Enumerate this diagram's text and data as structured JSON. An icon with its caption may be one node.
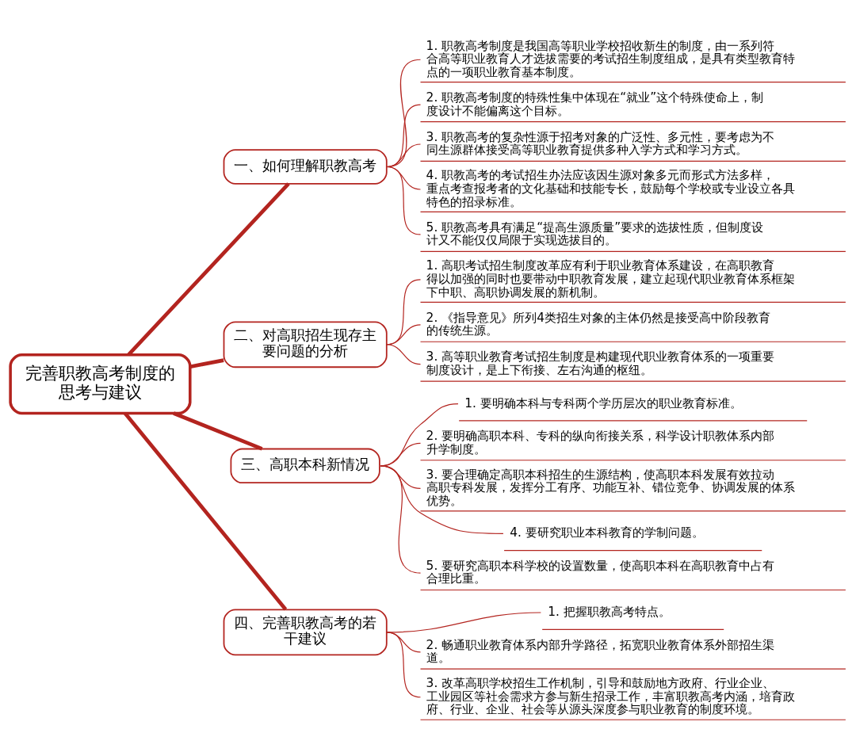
{
  "diagram": {
    "nodes": [
      {
        "text": [
          "完善职教高考制度的思考与建议"
        ]
      },
      {
        "text": [
          "一、如何理解职教高考"
        ]
      },
      {
        "text": [
          "1. 职教高考制度是我国高等职业学校招收新生的制度，由一系列符合高等职业教育人才选拔需要的考试招生制度组成，是具有类型教育特点的一项职业教育基本制度。"
        ]
      },
      {
        "text": [
          "2. 职教高考制度的特殊性集中体现在“就业”这个特殊使命上，制度设计不能偏离这个目标。"
        ]
      },
      {
        "text": [
          "3. 职教高考的复杂性源于招考对象的广泛性、多元性，要考虑为不同生源群体接受高等职业教育提供多种入学方式和学习方式。"
        ]
      },
      {
        "text": [
          "4. 职教高考的考试招生办法应该因生源对象多元而形式方法多样，重点考查报考者的文化基础和技能专长，鼓励每个学校或专业设立各具特色的招录标准。"
        ]
      },
      {
        "text": [
          "5. 职教高考具有满足“提高生源质量”要求的选拔性质，但制度设计又不能仅仅局限于实现选拔目的。"
        ]
      },
      {
        "text": [
          "二、对高职招生现存主要问题的分析"
        ]
      },
      {
        "text": [
          "1. 高职考试招生制度改革应有利于职业教育体系建设，在高职教育得以加强的同时也要带动中职教育发展，建立起现代职业教育体系框架下中职、高职协调发展的新机制。"
        ]
      },
      {
        "text": [
          "2. 《指导意见》所列4类招生对象的主体仍然是接受高中阶段教育的传统生源。"
        ]
      },
      {
        "text": [
          "3. 高等职业教育考试招生制度是构建现代职业教育体系的一项重要制度设计，是上下衔接、左右沟通的枢纽。"
        ]
      },
      {
        "text": [
          "三、高职本科新情况"
        ]
      },
      {
        "text": [
          "1. 要明确本科与专科两个学历层次的职业教育标准。"
        ]
      },
      {
        "text": [
          "2. 要明确高职本科、专科的纵向衔接关系，科学设计职教体系内部升学制度。"
        ]
      },
      {
        "text": [
          "3. 要合理确定高职本科招生的生源结构，使高职本科发展有效拉动高职专科发展，发挥分工有序、功能互补、错位竞争、协调发展的体系优势。"
        ]
      },
      {
        "text": [
          "4. 要研究职业本科教育的学制问题。"
        ]
      },
      {
        "text": [
          "5. 要研究高职本科学校的设置数量，使高职本科在高职教育中占有合理比重。"
        ]
      },
      {
        "text": [
          "四、完善职教高考的若干建议"
        ]
      },
      {
        "text": [
          "1. 把握职教高考特点。"
        ]
      },
      {
        "text": [
          "2. 畅通职业教育体系内部升学路径，拓宽职业教育体系外部招生渠道。"
        ]
      },
      {
        "text": [
          "3. 改革高职学校招生工作机制，引导和鼓励地方政府、行业企业、工业园区等社会需求方参与新生招录工作，丰富职教高考内涵，培育政府、行业、企业、社会等从源头深度参与职业教育的制度环境。"
        ]
      }
    ],
    "edges": [
      {
        "from": 0,
        "to": 1,
        "arrow": "none",
        "style": "thick"
      },
      {
        "from": 1,
        "to": 2,
        "arrow": "none"
      },
      {
        "from": 1,
        "to": 3,
        "arrow": "none"
      },
      {
        "from": 1,
        "to": 4,
        "arrow": "none"
      },
      {
        "from": 1,
        "to": 5,
        "arrow": "none"
      },
      {
        "from": 1,
        "to": 6,
        "arrow": "none"
      },
      {
        "from": 0,
        "to": 7,
        "arrow": "none",
        "style": "thick"
      },
      {
        "from": 7,
        "to": 8,
        "arrow": "none"
      },
      {
        "from": 7,
        "to": 9,
        "arrow": "none"
      },
      {
        "from": 7,
        "to": 10,
        "arrow": "none"
      },
      {
        "from": 0,
        "to": 11,
        "arrow": "none",
        "style": "thick"
      },
      {
        "from": 11,
        "to": 12,
        "arrow": "none"
      },
      {
        "from": 11,
        "to": 13,
        "arrow": "none"
      },
      {
        "from": 11,
        "to": 14,
        "arrow": "none"
      },
      {
        "from": 11,
        "to": 15,
        "arrow": "none"
      },
      {
        "from": 11,
        "to": 16,
        "arrow": "none"
      },
      {
        "from": 0,
        "to": 17,
        "arrow": "none",
        "style": "thick"
      },
      {
        "from": 17,
        "to": 18,
        "arrow": "none"
      },
      {
        "from": 17,
        "to": 19,
        "arrow": "none"
      },
      {
        "from": 17,
        "to": 20,
        "arrow": "none"
      }
    ]
  }
}
